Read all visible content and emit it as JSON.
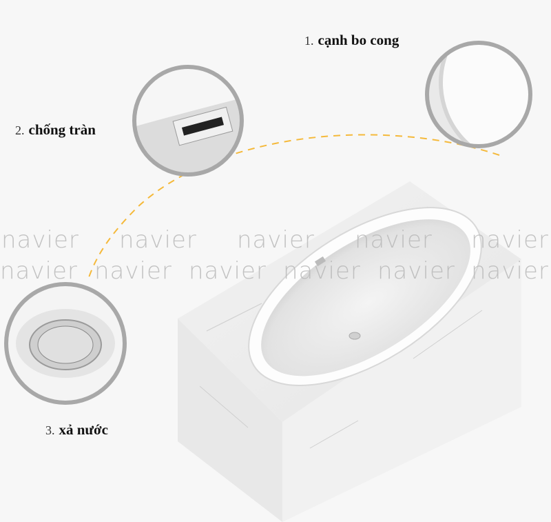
{
  "watermark": "navier",
  "features": [
    {
      "num": "1.",
      "label": "cạnh bo cong",
      "icon": "curved-edge-detail"
    },
    {
      "num": "2.",
      "label": "chống tràn",
      "icon": "overflow-detail"
    },
    {
      "num": "3.",
      "label": "xả nước",
      "icon": "drain-detail"
    }
  ],
  "colors": {
    "background": "#f7f7f7",
    "accent_dash": "#f5b93a",
    "ring": "#a8a8a8"
  }
}
